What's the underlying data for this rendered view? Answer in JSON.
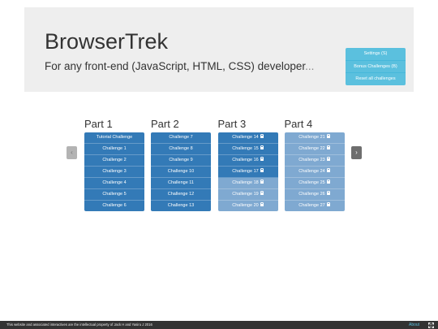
{
  "hero": {
    "title": "BrowserTrek",
    "subtitle": "For any front-end (JavaScript, HTML, CSS) developer",
    "subtitle_suffix": "..."
  },
  "side_buttons": {
    "settings": "Settings (S)",
    "bonus": "Bonus Challenges (B)",
    "reset": "Reset all challenges"
  },
  "parts": [
    {
      "title": "Part 1",
      "items": [
        {
          "label": "Tutorial Challenge",
          "locked": false
        },
        {
          "label": "Challenge 1",
          "locked": false
        },
        {
          "label": "Challenge 2",
          "locked": false
        },
        {
          "label": "Challenge 3",
          "locked": false
        },
        {
          "label": "Challenge 4",
          "locked": false
        },
        {
          "label": "Challenge 5",
          "locked": false
        },
        {
          "label": "Challenge 6",
          "locked": false
        }
      ]
    },
    {
      "title": "Part 2",
      "items": [
        {
          "label": "Challenge 7",
          "locked": false
        },
        {
          "label": "Challenge 8",
          "locked": false
        },
        {
          "label": "Challenge 9",
          "locked": false
        },
        {
          "label": "Challenge 10",
          "locked": false
        },
        {
          "label": "Challenge 11",
          "locked": false
        },
        {
          "label": "Challenge 12",
          "locked": false
        },
        {
          "label": "Challenge 13",
          "locked": false
        }
      ]
    },
    {
      "title": "Part 3",
      "items": [
        {
          "label": "Challenge 14",
          "locked": true,
          "shade": "dark"
        },
        {
          "label": "Challenge 15",
          "locked": true,
          "shade": "dark"
        },
        {
          "label": "Challenge 16",
          "locked": true,
          "shade": "dark"
        },
        {
          "label": "Challenge 17",
          "locked": true,
          "shade": "dark"
        },
        {
          "label": "Challenge 18",
          "locked": true,
          "shade": "light"
        },
        {
          "label": "Challenge 19",
          "locked": true,
          "shade": "light"
        },
        {
          "label": "Challenge 20",
          "locked": true,
          "shade": "light"
        }
      ]
    },
    {
      "title": "Part 4",
      "items": [
        {
          "label": "Challenge 21",
          "locked": true,
          "shade": "light"
        },
        {
          "label": "Challenge 22",
          "locked": true,
          "shade": "light"
        },
        {
          "label": "Challenge 23",
          "locked": true,
          "shade": "light"
        },
        {
          "label": "Challenge 24",
          "locked": true,
          "shade": "light"
        },
        {
          "label": "Challenge 25",
          "locked": true,
          "shade": "light"
        },
        {
          "label": "Challenge 26",
          "locked": true,
          "shade": "light"
        },
        {
          "label": "Challenge 27",
          "locked": true,
          "shade": "light"
        }
      ]
    }
  ],
  "nav": {
    "prev_icon": "‹",
    "next_icon": "›"
  },
  "footer": {
    "text": "This website and associated interactives are the intellectual property of Jack H and Yasiru J 2016",
    "about": "About",
    "fullscreen_icon": "fullscreen-icon"
  },
  "colors": {
    "accent": "#5bc0de",
    "open_item": "#337ab7",
    "locked_light": "#7fa9d1",
    "footer_bg": "#333333"
  }
}
